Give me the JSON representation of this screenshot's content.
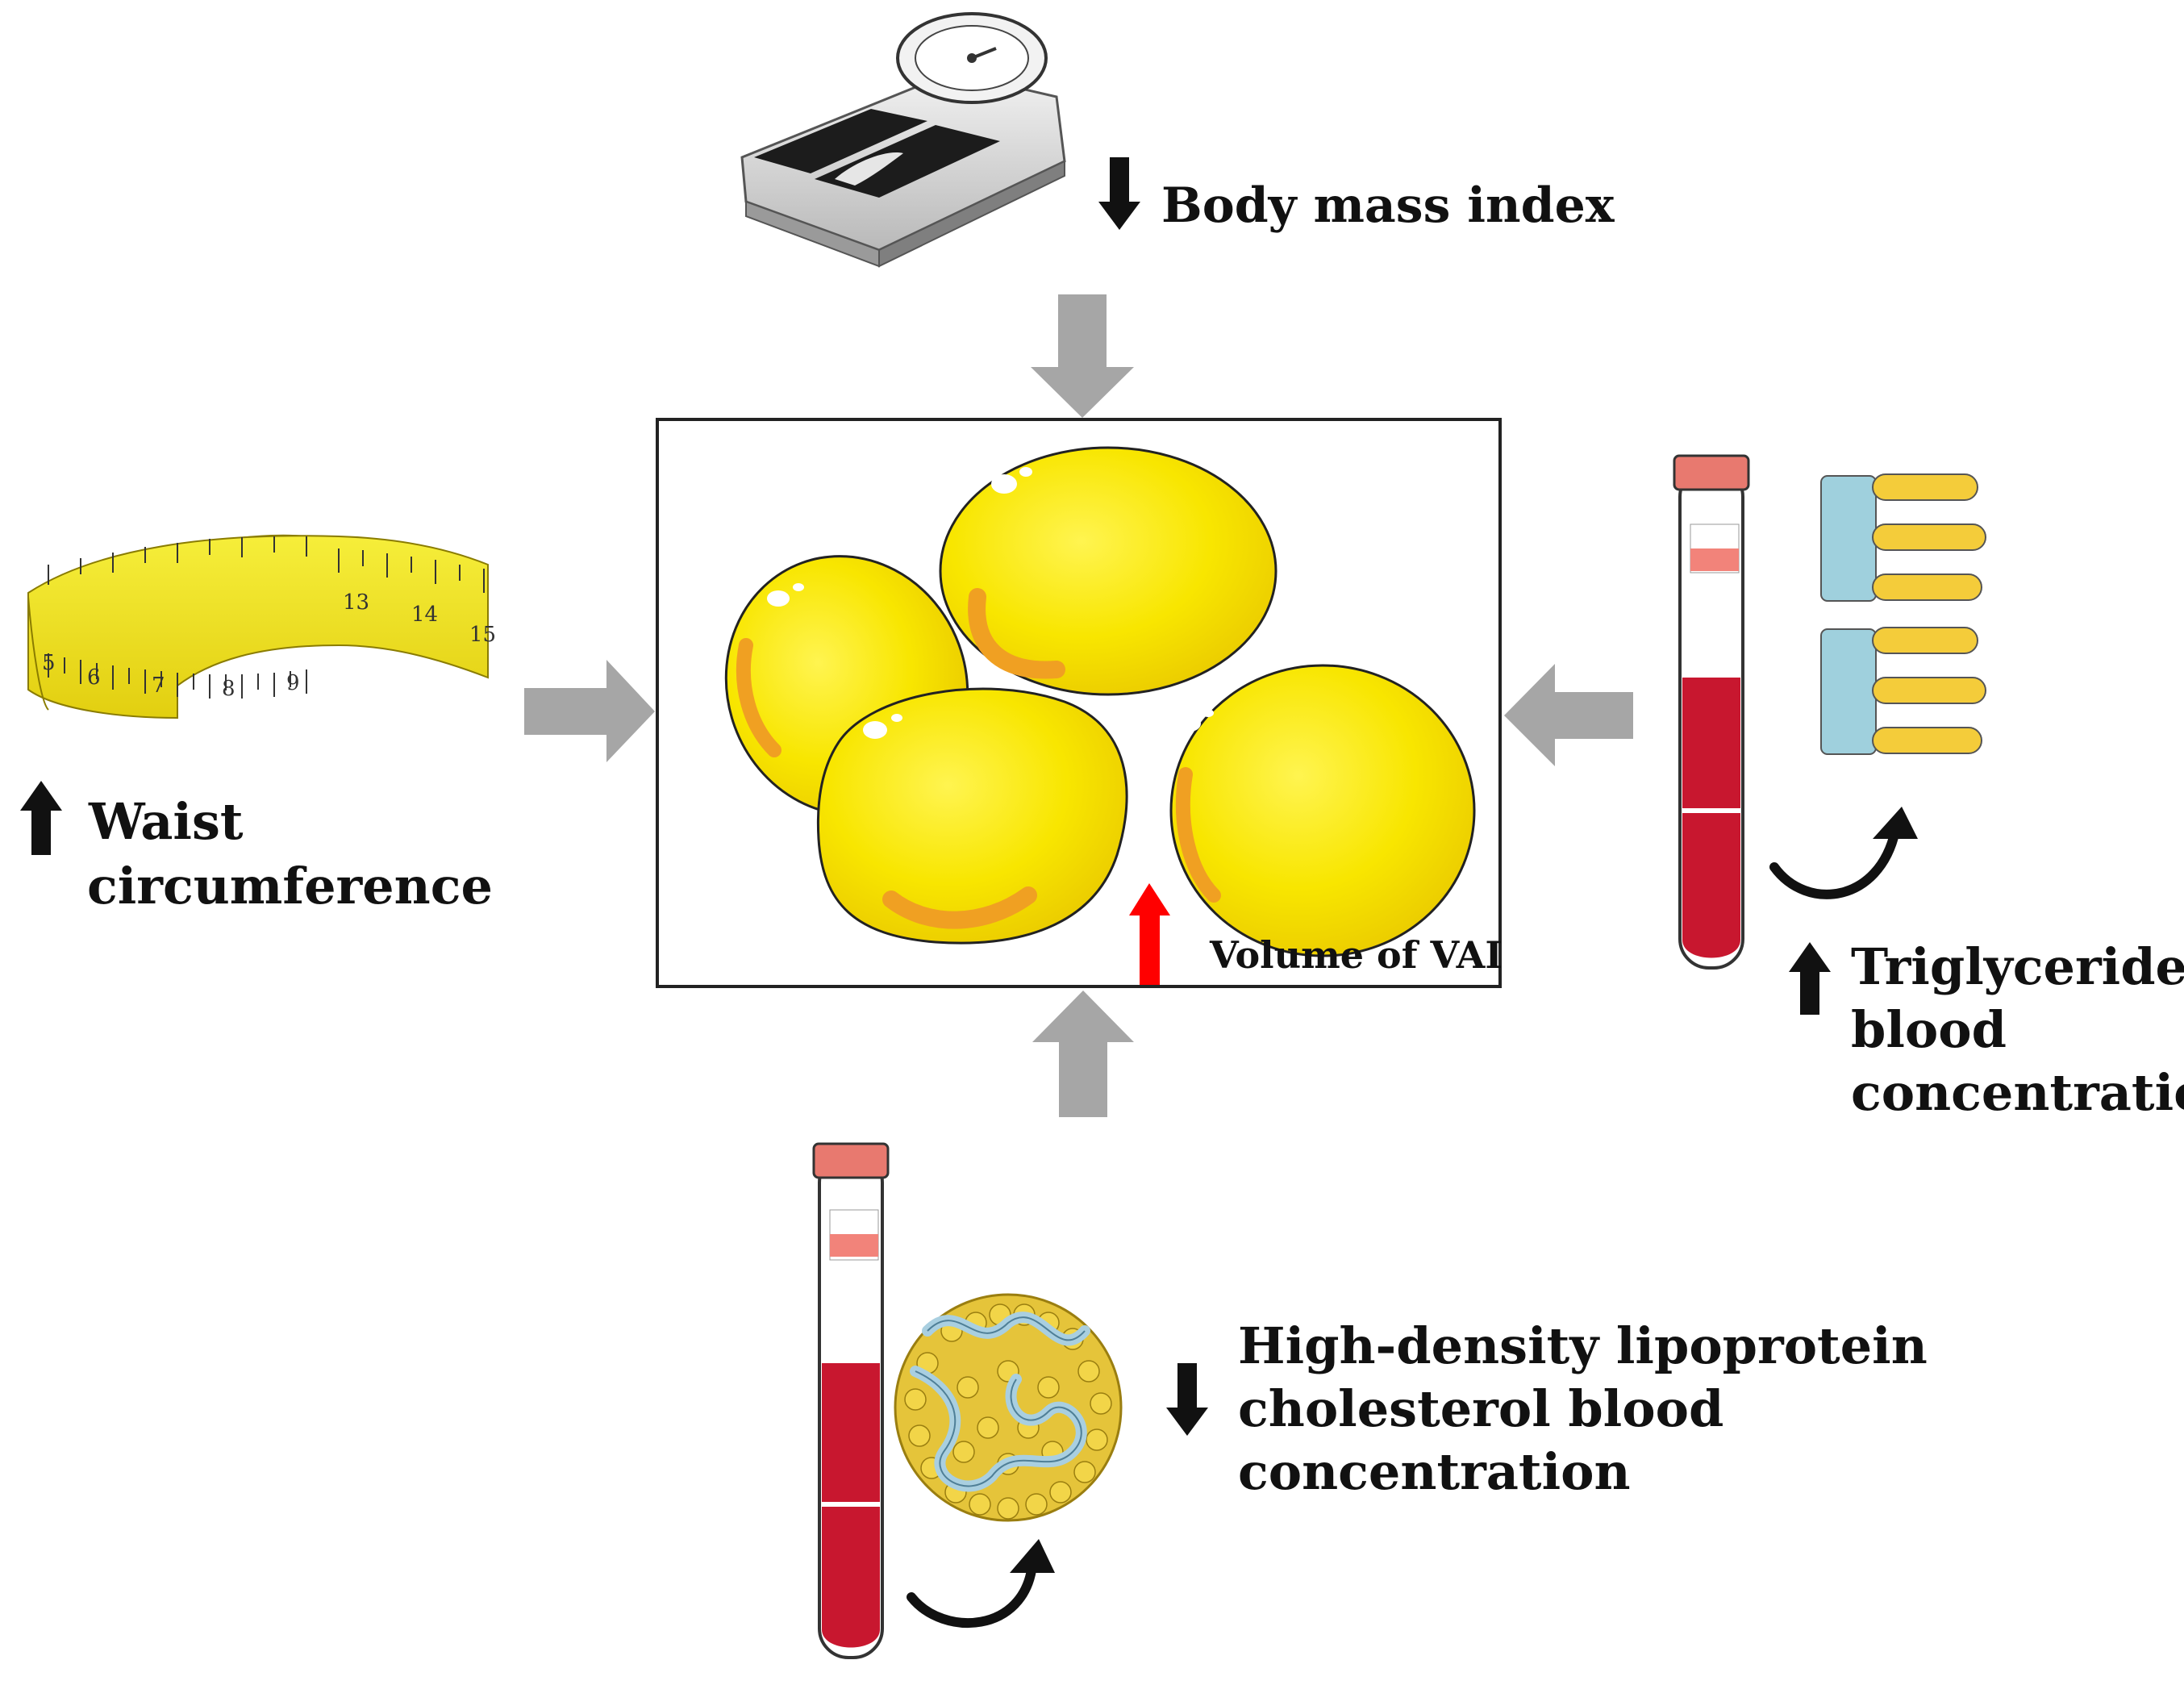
{
  "labels": {
    "bmi": "Body mass index",
    "waist": [
      "Waist",
      "circumference"
    ],
    "triglycerides": [
      "Triglycerides",
      "blood",
      "concentration"
    ],
    "hdl": [
      "High-density lipoprotein",
      "cholesterol blood",
      "concentration"
    ],
    "vai_volume": "Volume of VAI"
  },
  "tape_numbers": [
    "5",
    "6",
    "7",
    "8",
    "9",
    "13",
    "14",
    "15"
  ],
  "colors": {
    "fat_yellow": "#f6e400",
    "fat_orange": "#f0a022",
    "gray_arrow": "#a6a6a6",
    "red_arrow": "#ff0000",
    "blood": "#c8172f",
    "tube_cap": "#e8796f"
  },
  "indicators": {
    "bmi": "down",
    "waist": "up",
    "triglycerides": "up",
    "hdl": "down",
    "vai_volume": "up"
  }
}
